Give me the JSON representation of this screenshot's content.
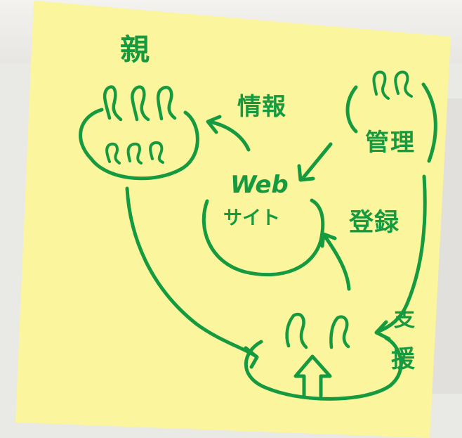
{
  "labels": {
    "parent": "親",
    "info": "情報",
    "web": "Web",
    "site": "サイト",
    "manage": "管理",
    "register": "登録",
    "support_top": "支",
    "support_bottom": "援"
  },
  "colors": {
    "note": "#fbf59d",
    "ink": "#169a3f",
    "background": "#e9e9e6"
  },
  "icons": [
    "person-icon",
    "arrow-icon",
    "upward-arrow-icon"
  ]
}
